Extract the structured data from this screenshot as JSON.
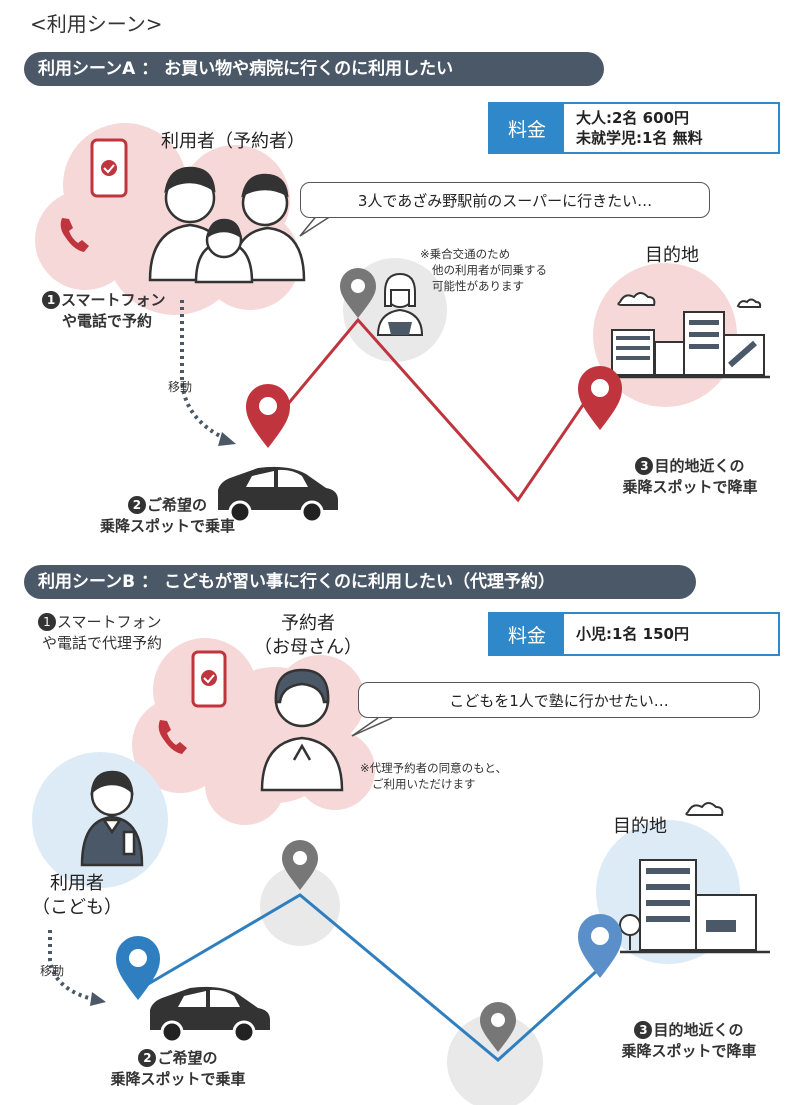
{
  "page_title": "<利用シーン>",
  "scene_a": {
    "banner": "利用シーンA ： お買い物や病院に行くのに利用したい",
    "fee": {
      "label": "料金",
      "line1": "大人:2名  600円",
      "line2": "未就学児:1名  無料"
    },
    "user_label": "利用者（予約者）",
    "speech": "3人であざみ野駅前のスーパーに行きたい…",
    "note_line1": "※乗合交通のため",
    "note_line2": "他の利用者が同乗する",
    "note_line3": "可能性があります",
    "destination": "目的地",
    "step1_num": "1",
    "step1_line1": "スマートフォン",
    "step1_line2": "や電話で予約",
    "move": "移動",
    "step2_num": "2",
    "step2_line1": "ご希望の",
    "step2_line2": "乗降スポットで乗車",
    "step3_num": "3",
    "step3_line1": "目的地近くの",
    "step3_line2": "乗降スポットで降車",
    "route_color": "#c0343d"
  },
  "scene_b": {
    "banner": "利用シーンB ： こどもが習い事に行くのに利用したい（代理予約）",
    "fee": {
      "label": "料金",
      "line1": "小児:1名  150円"
    },
    "reserver_line1": "予約者",
    "reserver_line2": "（お母さん）",
    "step1_num": "1",
    "step1_line1": "スマートフォン",
    "step1_line2": "や電話で代理予約",
    "speech": "こどもを1人で塾に行かせたい…",
    "note_line1": "※代理予約者の同意のもと、",
    "note_line2": "ご利用いただけます",
    "user_line1": "利用者",
    "user_line2": "（こども）",
    "move": "移動",
    "destination": "目的地",
    "step2_num": "2",
    "step2_line1": "ご希望の",
    "step2_line2": "乗降スポットで乗車",
    "step3_num": "3",
    "step3_line1": "目的地近くの",
    "step3_line2": "乗降スポットで降車",
    "route_color": "#2f7fc0"
  },
  "colors": {
    "banner": "#4a5868",
    "fee_blue": "#2f88c9",
    "pink_bg": "#f6d8d8",
    "blue_bg": "#dcebf6",
    "gray_bg": "#e9e9e9"
  }
}
